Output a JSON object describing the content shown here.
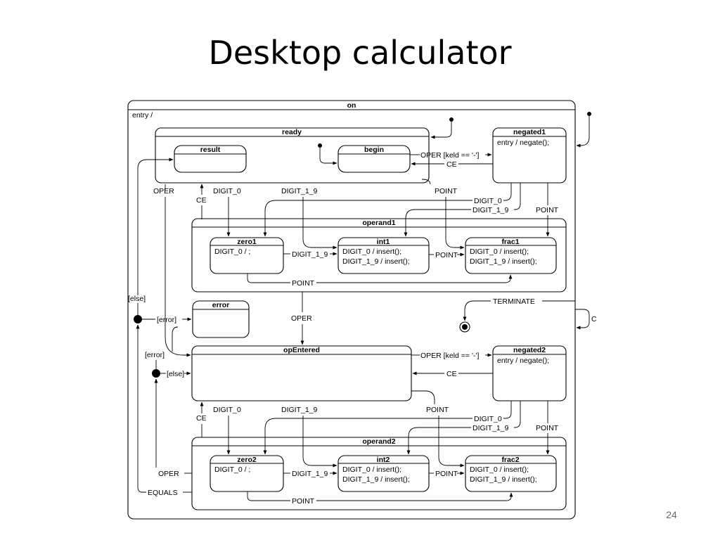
{
  "slide": {
    "title": "Desktop calculator",
    "page_number": "24"
  },
  "states": {
    "on": {
      "name": "on",
      "entry": "entry /"
    },
    "ready": {
      "name": "ready"
    },
    "result": {
      "name": "result"
    },
    "begin": {
      "name": "begin"
    },
    "negated1": {
      "name": "negated1",
      "entry": "entry / negate();"
    },
    "operand1": {
      "name": "operand1"
    },
    "zero1": {
      "name": "zero1",
      "actions": [
        "DIGIT_0 / ;"
      ]
    },
    "int1": {
      "name": "int1",
      "actions": [
        "DIGIT_0 / insert();",
        "DIGIT_1_9 / insert();"
      ]
    },
    "frac1": {
      "name": "frac1",
      "actions": [
        "DIGIT_0 / insert();",
        "DIGIT_1_9 / insert();"
      ]
    },
    "error": {
      "name": "error"
    },
    "opEntered": {
      "name": "opEntered"
    },
    "negated2": {
      "name": "negated2",
      "entry": "entry / negate();"
    },
    "operand2": {
      "name": "operand2"
    },
    "zero2": {
      "name": "zero2",
      "actions": [
        "DIGIT_0 / ;"
      ]
    },
    "int2": {
      "name": "int2",
      "actions": [
        "DIGIT_0 / insert();",
        "DIGIT_1_9 / insert();"
      ]
    },
    "frac2": {
      "name": "frac2",
      "actions": [
        "DIGIT_0 / insert();",
        "DIGIT_1_9 / insert();"
      ]
    }
  },
  "transitions": {
    "oper_keld_1": "OPER [keld == '-']",
    "ce_1": "CE",
    "oper_1": "OPER",
    "ce_ready": "CE",
    "digit_0_1": "DIGIT_0",
    "digit_1_9_1": "DIGIT_1_9",
    "point_ready": "POINT",
    "neg1_digit_0": "DIGIT_0",
    "neg1_digit_1_9": "DIGIT_1_9",
    "neg1_point": "POINT",
    "zero1_digit_1_9": "DIGIT_1_9",
    "int1_point": "POINT",
    "zero1_point": "POINT",
    "else_1": "[else]",
    "error_1": "[error]",
    "oper_2": "OPER",
    "terminate": "TERMINATE",
    "c_self": "C",
    "error_2": "[error]",
    "else_2": "[else]",
    "oper_keld_2": "OPER [keld == '-']",
    "ce_2": "CE",
    "ce_opentered": "CE",
    "digit_0_2": "DIGIT_0",
    "digit_1_9_2": "DIGIT_1_9",
    "point_opentered": "POINT",
    "neg2_digit_0": "DIGIT_0",
    "neg2_digit_1_9": "DIGIT_1_9",
    "neg2_point": "POINT",
    "zero2_digit_1_9": "DIGIT_1_9",
    "int2_point": "POINT",
    "zero2_point": "POINT",
    "oper_3": "OPER",
    "equals": "EQUALS"
  }
}
